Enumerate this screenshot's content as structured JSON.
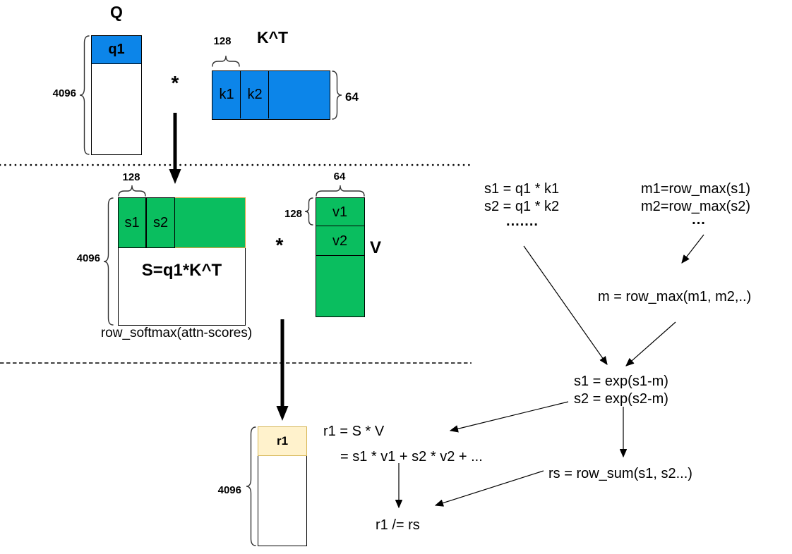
{
  "colors": {
    "blue": "#0C85E9",
    "green": "#0ABE5F",
    "strip_border": "#DFA241",
    "tan_fill": "#FFF2CC",
    "tan_border": "#D6B656"
  },
  "top": {
    "q_title": "Q",
    "q1_label": "q1",
    "q_rows": "4096",
    "multiply": "*",
    "kt_title": "K^T",
    "kt_cols": "128",
    "kt_rows": "64",
    "k1_label": "k1",
    "k2_label": "k2"
  },
  "middle": {
    "s_cols": "128",
    "s_rows": "4096",
    "s1_label": "s1",
    "s2_label": "s2",
    "s_equation": "S=q1*K^T",
    "s_caption": "row_softmax(attn-scores)",
    "multiply": "*",
    "v_cols": "64",
    "v_rows": "128",
    "v1_label": "v1",
    "v2_label": "v2",
    "v_title": "V"
  },
  "bottom": {
    "r_rows": "4096",
    "r1_label": "r1",
    "r1_eq_line1": "r1 = S * V",
    "r1_eq_line2": "= s1 * v1 + s2 * v2 + ...",
    "final_eq": "r1 /= rs"
  },
  "flow": {
    "s1_eq": "s1 = q1 * k1",
    "s2_eq": "s2 = q1 * k2",
    "s_dots": ".......",
    "m1_eq": "m1=row_max(s1)",
    "m2_eq": "m2=row_max(s2)",
    "m_dots": "...",
    "m_eq": "m = row_max(m1, m2,..)",
    "exp1_eq": "s1 = exp(s1-m)",
    "exp2_eq": "s2 = exp(s2-m)",
    "rs_eq": "rs = row_sum(s1, s2...)"
  }
}
